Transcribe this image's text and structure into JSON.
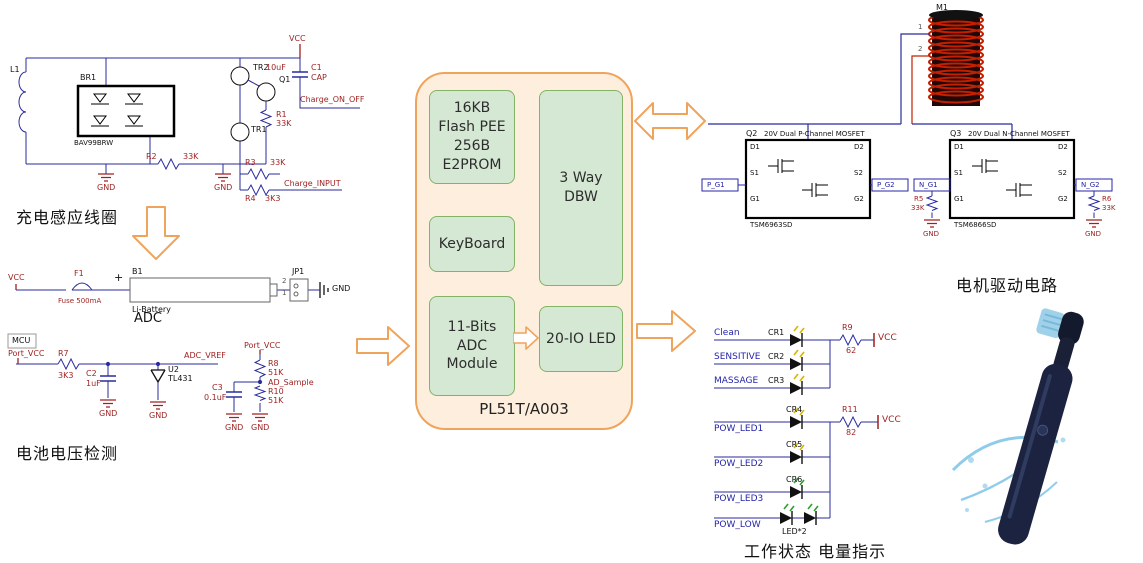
{
  "sections": {
    "charge_coil": "充电感应线圈",
    "battery_detect": "电池电压检测",
    "motor_drive": "电机驱动电路",
    "status_indicator": "工作状态 电量指示"
  },
  "common": {
    "gnd": "GND",
    "vcc": "VCC"
  },
  "mcu": {
    "title": "PL51T/A003",
    "flash": "16KB Flash PEE 256B E2PROM",
    "dbw": "3 Way DBW",
    "keyboard": "KeyBoard",
    "adc": "11-Bits ADC Module",
    "led": "20-IO LED"
  },
  "charge": {
    "l1": "L1",
    "br1": "BR1",
    "br1_part": "BAV99BRW",
    "tr2": "TR2",
    "q1": "Q1",
    "tr1": "TR1",
    "r1": "R1",
    "r1_val": "33K",
    "r2": "R2",
    "r2_val": "33K",
    "r3": "R3",
    "r3_val": "33K",
    "r4": "R4",
    "r4_val": "3K3",
    "c1": "C1",
    "c1_type": "CAP",
    "c1_val": "10uF",
    "on_off": "Charge_ON_OFF",
    "input": "Charge_INPUT"
  },
  "battery": {
    "f1": "F1",
    "f1_val": "Fuse 500mA",
    "plus": "+",
    "b1": "B1",
    "b1_part": "Li-Battery",
    "jp1": "JP1",
    "pin1": "1",
    "pin2": "2",
    "adc_title": "ADC",
    "mcu_tag": "MCU",
    "port_vcc": "Port_VCC",
    "r7": "R7",
    "r7_val": "3K3",
    "c2": "C2",
    "c2_val": "1uF",
    "u2": "U2",
    "u2_part": "TL431",
    "adc_vref": "ADC_VREF",
    "r8": "R8",
    "r8_val": "51K",
    "ad_sample": "AD_Sample",
    "c3": "C3",
    "c3_val": "0.1uF",
    "r10": "R10",
    "r10_val": "51K"
  },
  "motor": {
    "m1": "M1",
    "pin1": "1",
    "pin2": "2",
    "q2": "Q2",
    "q2_desc": "20V Dual P-Channel MOSFET",
    "q2_part": "TSM6963SD",
    "q3": "Q3",
    "q3_desc": "20V Dual N-Channel MOSFET",
    "q3_part": "TSM6866SD",
    "p_g1": "P_G1",
    "p_g2": "P_G2",
    "n_g1": "N_G1",
    "n_g2": "N_G2",
    "r5": "R5",
    "r5_val": "33K",
    "r6": "R6",
    "r6_val": "33K",
    "pins_left": [
      "D1",
      "S1",
      "G1"
    ],
    "pins_right": [
      "D2",
      "S2",
      "G2"
    ]
  },
  "status": {
    "clean": "Clean",
    "cr1": "CR1",
    "sensitive": "SENSITIVE",
    "cr2": "CR2",
    "massage": "MASSAGE",
    "cr3": "CR3",
    "r9": "R9",
    "r9_val": "62",
    "cr4": "CR4",
    "pow_led1": "POW_LED1",
    "r11": "R11",
    "r11_val": "82",
    "cr5": "CR5",
    "pow_led2": "POW_LED2",
    "cr6": "CR6",
    "pow_led3": "POW_LED3",
    "pow_low": "POW_LOW",
    "led_x2": "LED*2"
  },
  "colors": {
    "chip_fill": "#fdeedd",
    "chip_border": "#efa45c",
    "block_fill": "#d5e8d4",
    "block_border": "#82b366",
    "arrow_stroke": "#efa45c",
    "wire": "#2b2b9e",
    "net_red": "#9e1f1f",
    "net_blue": "#2424aa",
    "led_spark_yellow": "#d6b400",
    "led_spark_green": "#2f9e2f"
  }
}
